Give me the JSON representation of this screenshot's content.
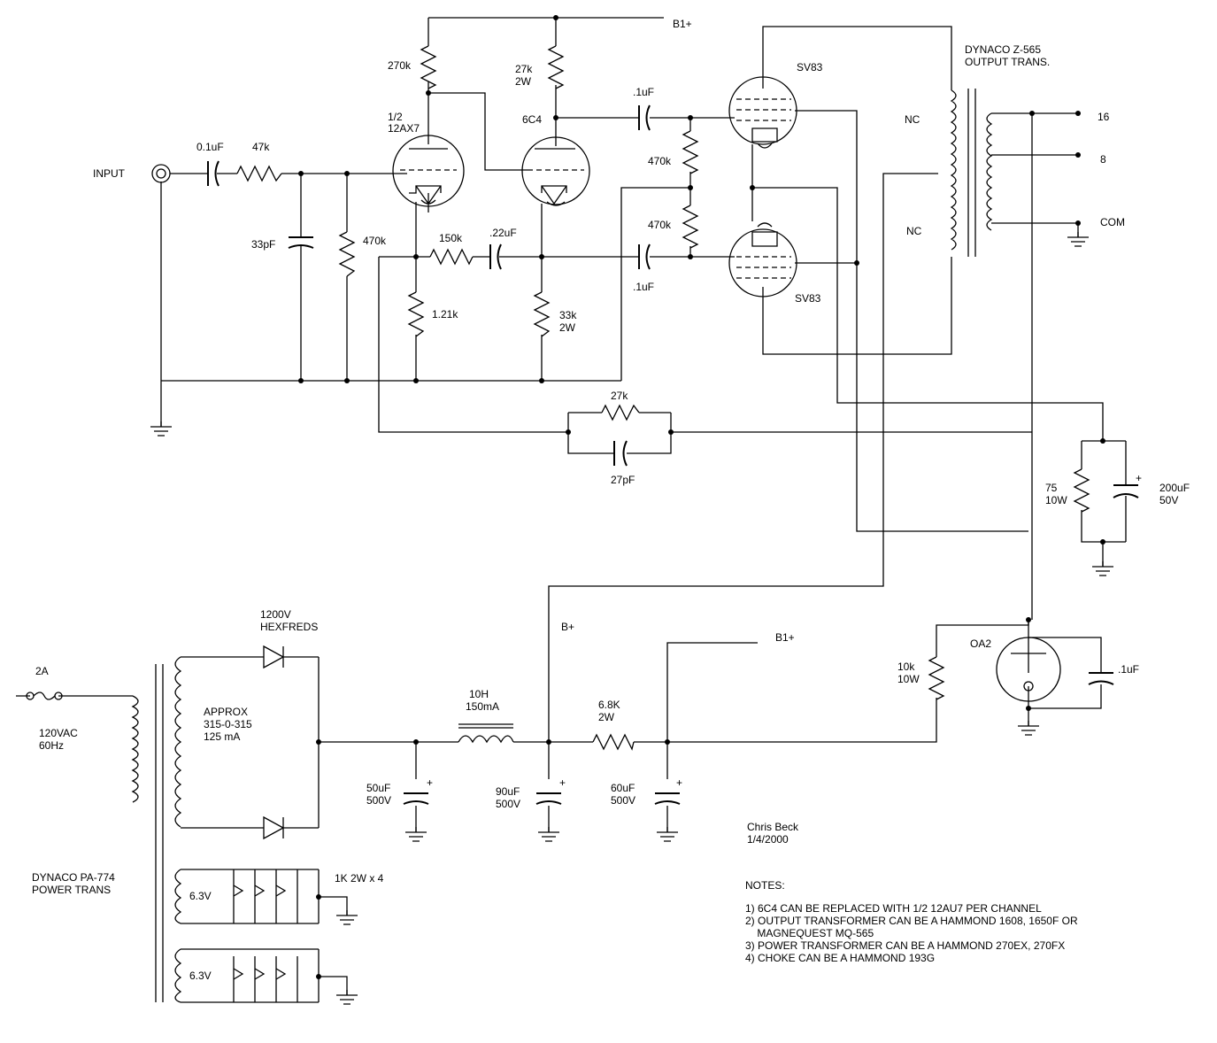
{
  "labels": {
    "input": "INPUT",
    "c_input": "0.1uF",
    "r_input": "47k",
    "c_33p": "33pF",
    "r_470k_grid": "470k",
    "r_270k": "270k",
    "tube_v1": [
      "1/2",
      "12AX7"
    ],
    "r_121k": "1.21k",
    "r_150k": "150k",
    "c_22u": ".22uF",
    "r_27k2w": [
      "27k",
      "2W"
    ],
    "tube_6c4": "6C4",
    "r_33k2w": [
      "33k",
      "2W"
    ],
    "c_1u_top": ".1uF",
    "c_1u_bot": ".1uF",
    "r_470k_a": "470k",
    "r_470k_b": "470k",
    "fb_r": "27k",
    "fb_c": "27pF",
    "sv83_top": "SV83",
    "sv83_bot": "SV83",
    "b1plus_top": "B1+",
    "ot_title": [
      "DYNACO Z-565",
      "OUTPUT TRANS."
    ],
    "nc_top": "NC",
    "nc_bot": "NC",
    "tap_16": "16",
    "tap_8": "8",
    "tap_com": "COM",
    "r_75": [
      "75",
      "10W"
    ],
    "c_200u": [
      "200uF",
      "50V"
    ],
    "fuse": "2A",
    "mains": [
      "120VAC",
      "60Hz"
    ],
    "rect": [
      "1200V",
      "HEXFREDS"
    ],
    "pt_sec": [
      "APPROX",
      "315-0-315",
      "125 mA"
    ],
    "pt_title": [
      "DYNACO PA-774",
      "POWER TRANS"
    ],
    "htr1": "6.3V",
    "htr2": "6.3V",
    "htr_r": "1K 2W x 4",
    "c_50u": [
      "50uF",
      "500V"
    ],
    "choke": [
      "10H",
      "150mA"
    ],
    "c_90u": [
      "90uF",
      "500V"
    ],
    "bplus": "B+",
    "r_68k": [
      "6.8K",
      "2W"
    ],
    "c_60u": [
      "60uF",
      "500V"
    ],
    "b1plus_bot": "B1+",
    "r_10k": [
      "10k",
      "10W"
    ],
    "oa2": "OA2",
    "c_oa2": ".1uF",
    "author": [
      "Chris Beck",
      "1/4/2000"
    ],
    "notes_title": "NOTES:",
    "notes": [
      "1) 6C4 CAN BE REPLACED WITH 1/2 12AU7 PER CHANNEL",
      "2) OUTPUT TRANSFORMER CAN BE A HAMMOND 1608, 1650F OR",
      "    MAGNEQUEST MQ-565",
      "3) POWER TRANSFORMER CAN BE A HAMMOND 270EX, 270FX",
      "4) CHOKE CAN BE A HAMMOND 193G"
    ],
    "polarity": "+"
  }
}
